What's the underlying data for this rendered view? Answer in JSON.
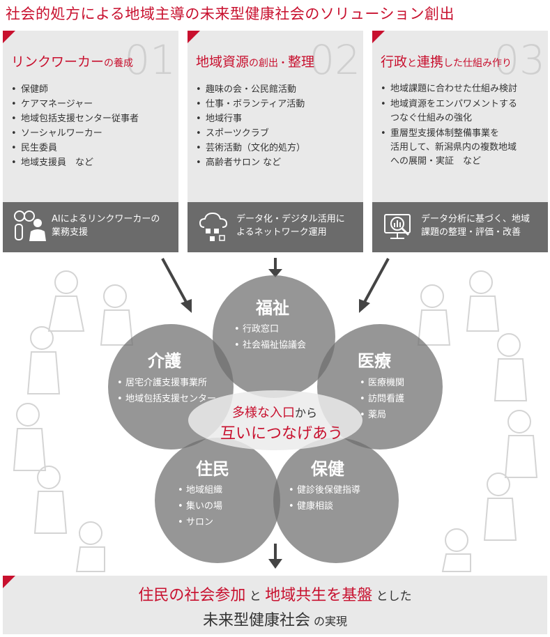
{
  "title": "社会的処方による地域主導の未来型健康社会のソリューション創出",
  "panels": [
    {
      "num": "01",
      "head_big": "リンクワーカー",
      "head_small": "の養成",
      "head_big2": "",
      "head_small2": "",
      "items": [
        "保健師",
        "ケアマネージャー",
        "地域包括支援センター従事者",
        "ソーシャルワーカー",
        "民生委員",
        "地域支援員　など"
      ],
      "footer_line1": "AIによるリンクワーカーの",
      "footer_line2": "業務支援",
      "footer_icon": "ai-support-icon"
    },
    {
      "num": "02",
      "head_big": "地域資源",
      "head_small": "の創出・",
      "head_big2": "整理",
      "head_small2": "",
      "items": [
        "趣味の会・公民館活動",
        "仕事・ボランティア活動",
        "地域行事",
        "スポーツクラブ",
        "芸術活動（文化的処方）",
        "高齢者サロン など"
      ],
      "footer_line1": "データ化・デジタル活用に",
      "footer_line2": "よるネットワーク運用",
      "footer_icon": "cloud-network-icon"
    },
    {
      "num": "03",
      "head_big": "行政",
      "head_small": "と",
      "head_big2": "連携",
      "head_small2": "した仕組み作り",
      "items": [
        "地域課題に合わせた仕組み検討",
        "地域資源をエンパワメントする\nつなぐ仕組みの強化",
        "重層型支援体制整備事業を\n活用して、新潟県内の複数地域\nへの展開・実証　など"
      ],
      "footer_line1": "データ分析に基づく、地域",
      "footer_line2": "課題の整理・評価・改善",
      "footer_icon": "data-analysis-icon"
    }
  ],
  "circles": {
    "fukushi": {
      "label": "福祉",
      "items": [
        "行政窓口",
        "社会福祉協議会"
      ]
    },
    "kaigo": {
      "label": "介護",
      "items": [
        "居宅介護支援事業所",
        "地域包括支援センター"
      ]
    },
    "iryo": {
      "label": "医療",
      "items": [
        "医療機関",
        "訪問看護",
        "薬局"
      ]
    },
    "jumin": {
      "label": "住民",
      "items": [
        "地域組織",
        "集いの場",
        "サロン"
      ]
    },
    "hoken": {
      "label": "保健",
      "items": [
        "健診後保健指導",
        "健康相談"
      ]
    }
  },
  "center": {
    "line1_red": "多様な入口",
    "line1_rest": "から",
    "line2": "互いにつなげあう"
  },
  "bottom": {
    "r1": "住民の社会参加",
    "g1": " と ",
    "r2": "地域共生を基盤",
    "g2": " とした",
    "big": "未来型健康社会",
    "small": " の実現"
  },
  "colors": {
    "accent": "#c8102e",
    "panel_bg": "#e9e9e9",
    "footer_bg": "#6b6b6b",
    "circle": "#6e6e6e"
  }
}
